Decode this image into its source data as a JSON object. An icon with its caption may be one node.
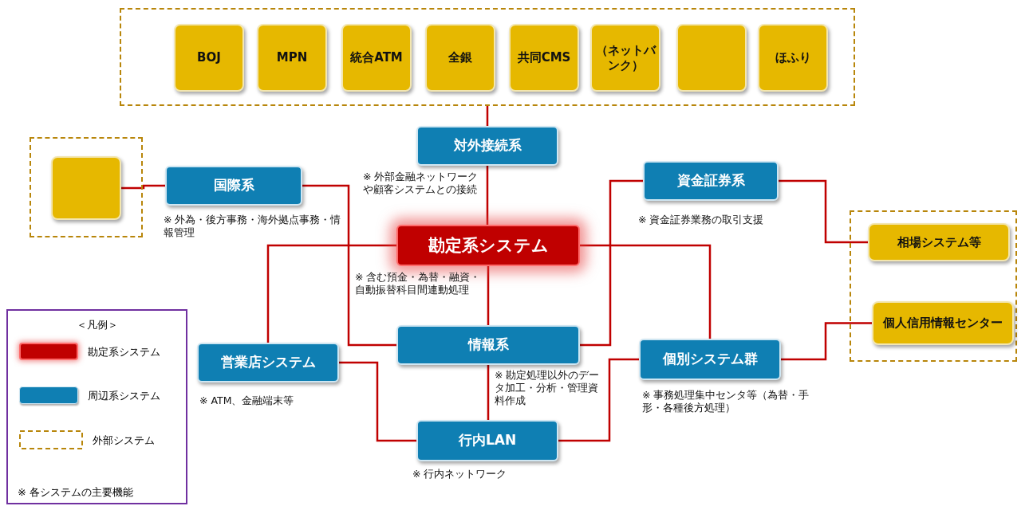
{
  "diagram": {
    "nodes": [
      {
        "text": [],
        "shape": "box"
      },
      {
        "text": [
          "BOJ"
        ],
        "in": 0
      },
      {
        "text": [
          "MPN"
        ],
        "in": 0
      },
      {
        "text": [
          "統合ATM"
        ],
        "in": 0
      },
      {
        "text": [
          "全銀"
        ],
        "in": 0
      },
      {
        "text": [
          "共同CMS"
        ],
        "in": 0
      },
      {
        "text": [
          "（ネットバンク）"
        ],
        "in": 0
      },
      {
        "text": [],
        "shape": "box",
        "in": 0
      },
      {
        "text": [
          "ほふり"
        ],
        "in": 0
      },
      {
        "text": [],
        "shape": "box"
      },
      {
        "text": [],
        "shape": "box",
        "in": 9
      },
      {
        "text": [
          "対外接続系"
        ],
        "beside": [
          "※ 外部金融ネットワークや顧客システムとの接続"
        ]
      },
      {
        "text": [
          "国際系"
        ],
        "beside": [
          "※ 外為・後方事務・海外拠点事務・情報管理"
        ]
      },
      {
        "text": [
          "資金証券系"
        ],
        "beside": [
          "※ 資金証券業務の取引支援"
        ]
      },
      {
        "text": [],
        "shape": "box"
      },
      {
        "text": [
          "相場システム等"
        ],
        "in": 14
      },
      {
        "text": [
          "個人信用情報センター"
        ],
        "in": 14
      },
      {
        "text": [
          "勘定系システム"
        ],
        "beside": [
          "※ 含む預金・為替・融資・自動振替科目間連動処理"
        ]
      },
      {
        "text": [
          "営業店システム"
        ],
        "beside": [
          "※ ATM、金融端末等"
        ]
      },
      {
        "text": [
          "情報系"
        ],
        "beside": [
          "※ 勘定処理以外のデータ加工・分析・管理資料作成"
        ]
      },
      {
        "text": [
          "個別システム群"
        ],
        "beside": [
          "※ 事務処理集中センタ等（為替・手形・各種後方処理）"
        ]
      },
      {
        "text": [
          "行内LAN"
        ],
        "beside": [
          "※ 行内ネットワーク"
        ]
      }
    ],
    "edges": [
      {
        "from": 11,
        "to": 0,
        "arrow": "none"
      },
      {
        "from": 11,
        "to": 17,
        "arrow": "none"
      },
      {
        "from": 10,
        "to": 12,
        "arrow": "none"
      },
      {
        "from": 12,
        "to": 19,
        "arrow": "none"
      },
      {
        "from": 17,
        "to": 18,
        "arrow": "none"
      },
      {
        "from": 17,
        "to": 20,
        "arrow": "none"
      },
      {
        "from": 17,
        "to": 19,
        "arrow": "none"
      },
      {
        "from": 13,
        "to": 19,
        "arrow": "none"
      },
      {
        "from": 13,
        "to": 15,
        "arrow": "none"
      },
      {
        "from": 18,
        "to": 21,
        "arrow": "none"
      },
      {
        "from": 19,
        "to": 21,
        "arrow": "none"
      },
      {
        "from": 20,
        "to": 21,
        "arrow": "none"
      },
      {
        "from": 20,
        "to": 16,
        "arrow": "none"
      }
    ],
    "labels": [
      "＜凡例＞",
      "※ 各システムの主要機能"
    ],
    "legend": [
      {
        "text": "勘定系システム",
        "color": "#c00000"
      },
      {
        "text": "周辺系システム",
        "color": "#0f7fb3"
      },
      {
        "text": "外部システム"
      }
    ]
  }
}
